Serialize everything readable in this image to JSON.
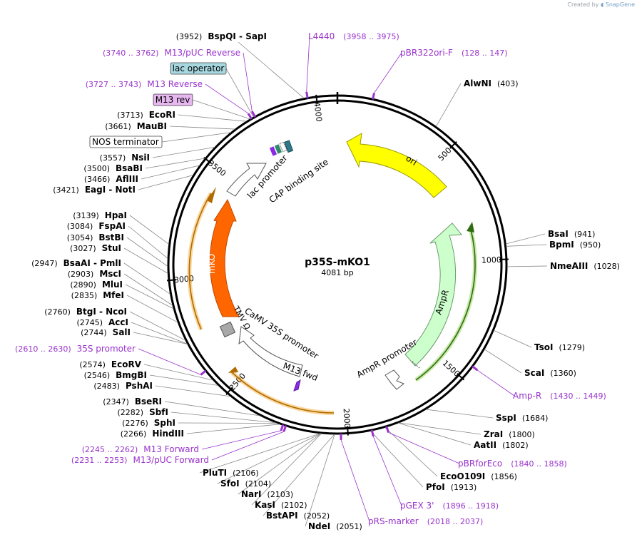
{
  "watermark": {
    "created_by": "Created by",
    "brand": "SnapGene"
  },
  "plasmid": {
    "name": "p35S-mKO1",
    "size_label": "4081 bp",
    "length": 4081
  },
  "ticks": [
    {
      "pos": 500,
      "label": "500"
    },
    {
      "pos": 1000,
      "label": "1000"
    },
    {
      "pos": 1500,
      "label": "1500"
    },
    {
      "pos": 2000,
      "label": "2000"
    },
    {
      "pos": 2500,
      "label": "2500"
    },
    {
      "pos": 3000,
      "label": "3000"
    },
    {
      "pos": 3500,
      "label": "3500"
    },
    {
      "pos": 4000,
      "label": "4000"
    }
  ],
  "features": [
    {
      "name": "ori",
      "color": "#ffff00",
      "stroke": "#b0b000"
    },
    {
      "name": "AmpR",
      "color": "#ccffcc",
      "stroke": "#6a9a6a"
    },
    {
      "name": "mKO",
      "color": "#ff6600",
      "stroke": "#c04800"
    },
    {
      "name": "AmpR promoter",
      "color": "#ffffff",
      "stroke": "#555555"
    },
    {
      "name": "CaMV 35S promoter",
      "color": "#ffffff",
      "stroke": "#555555"
    },
    {
      "name": "lac promoter",
      "color": "#ffffff",
      "stroke": "#555555"
    },
    {
      "name": "CAP binding site",
      "color": "#2e7a8a",
      "stroke": "#1a4a55"
    },
    {
      "name": "TMV Ω",
      "color": "#a0a0a0",
      "stroke": "#555555"
    },
    {
      "name": "M13 fwd",
      "color": "#8a2be2",
      "stroke": "#5a1aa0"
    }
  ],
  "boxed_labels": [
    {
      "text": "lac operator",
      "fill": "#a7d8e0"
    },
    {
      "text": "M13 rev",
      "fill": "#e7b7f0"
    },
    {
      "text": "NOS terminator",
      "fill": "#ffffff"
    }
  ],
  "sites_right": [
    {
      "name": "AlwNI",
      "pos": "(403)"
    },
    {
      "name": "BsaI",
      "pos": "(941)"
    },
    {
      "name": "BpmI",
      "pos": "(950)"
    },
    {
      "name": "NmeAIII",
      "pos": "(1028)"
    },
    {
      "name": "TsoI",
      "pos": "(1279)"
    },
    {
      "name": "ScaI",
      "pos": "(1360)"
    },
    {
      "name": "SspI",
      "pos": "(1684)"
    },
    {
      "name": "ZraI",
      "pos": "(1800)"
    },
    {
      "name": "AatII",
      "pos": "(1802)"
    },
    {
      "name": "EcoO109I",
      "pos": "(1856)"
    },
    {
      "name": "PfoI",
      "pos": "(1913)"
    },
    {
      "name": "NdeI",
      "pos": "(2051)"
    },
    {
      "name": "BstAPI",
      "pos": "(2052)"
    },
    {
      "name": "KasI",
      "pos": "(2102)"
    },
    {
      "name": "NarI",
      "pos": "(2103)"
    },
    {
      "name": "SfoI",
      "pos": "(2104)"
    },
    {
      "name": "PluTI",
      "pos": "(2106)"
    }
  ],
  "sites_left": [
    {
      "pos": "(3952)",
      "name": "BspQI  -  SapI"
    },
    {
      "pos": "(3713)",
      "name": "EcoRI"
    },
    {
      "pos": "(3661)",
      "name": "MauBI"
    },
    {
      "pos": "(3557)",
      "name": "NsiI"
    },
    {
      "pos": "(3500)",
      "name": "BsaBI"
    },
    {
      "pos": "(3466)",
      "name": "AflIII"
    },
    {
      "pos": "(3421)",
      "name": "EagI  -  NotI"
    },
    {
      "pos": "(3139)",
      "name": "HpaI"
    },
    {
      "pos": "(3084)",
      "name": "FspAI"
    },
    {
      "pos": "(3054)",
      "name": "BstBI"
    },
    {
      "pos": "(3027)",
      "name": "StuI"
    },
    {
      "pos": "(2947)",
      "name": "BsaAI  -  PmlI"
    },
    {
      "pos": "(2903)",
      "name": "MscI"
    },
    {
      "pos": "(2890)",
      "name": "MluI"
    },
    {
      "pos": "(2835)",
      "name": "MfeI"
    },
    {
      "pos": "(2760)",
      "name": "BtgI  -  NcoI"
    },
    {
      "pos": "(2745)",
      "name": "AccI"
    },
    {
      "pos": "(2744)",
      "name": "SalI"
    },
    {
      "pos": "(2574)",
      "name": "EcoRV"
    },
    {
      "pos": "(2546)",
      "name": "BmgBI"
    },
    {
      "pos": "(2483)",
      "name": "PshAI"
    },
    {
      "pos": "(2347)",
      "name": "BseRI"
    },
    {
      "pos": "(2282)",
      "name": "SbfI"
    },
    {
      "pos": "(2276)",
      "name": "SphI"
    },
    {
      "pos": "(2266)",
      "name": "HindIII"
    }
  ],
  "primers": [
    {
      "name": "L4440",
      "range": "(3958 .. 3975)"
    },
    {
      "name": "pBR322ori-F",
      "range": "(128 .. 147)"
    },
    {
      "name": "M13/pUC Reverse",
      "range": "(3740 .. 3762)"
    },
    {
      "name": "M13 Reverse",
      "range": "(3727 .. 3743)"
    },
    {
      "name": "Amp-R",
      "range": "(1430 .. 1449)"
    },
    {
      "name": "pBRforEco",
      "range": "(1840 .. 1858)"
    },
    {
      "name": "pGEX 3'",
      "range": "(1896 .. 1918)"
    },
    {
      "name": "pRS-marker",
      "range": "(2018 .. 2037)"
    },
    {
      "name": "35S promoter",
      "range": "(2610 .. 2630)"
    },
    {
      "name": "M13 Forward",
      "range": "(2245 .. 2262)"
    },
    {
      "name": "M13/pUC Forward",
      "range": "(2231 .. 2253)"
    }
  ],
  "colors": {
    "primer": "#9933cc",
    "backbone": "#000000",
    "leader": "#888888",
    "orange_track": "#f5a623"
  }
}
